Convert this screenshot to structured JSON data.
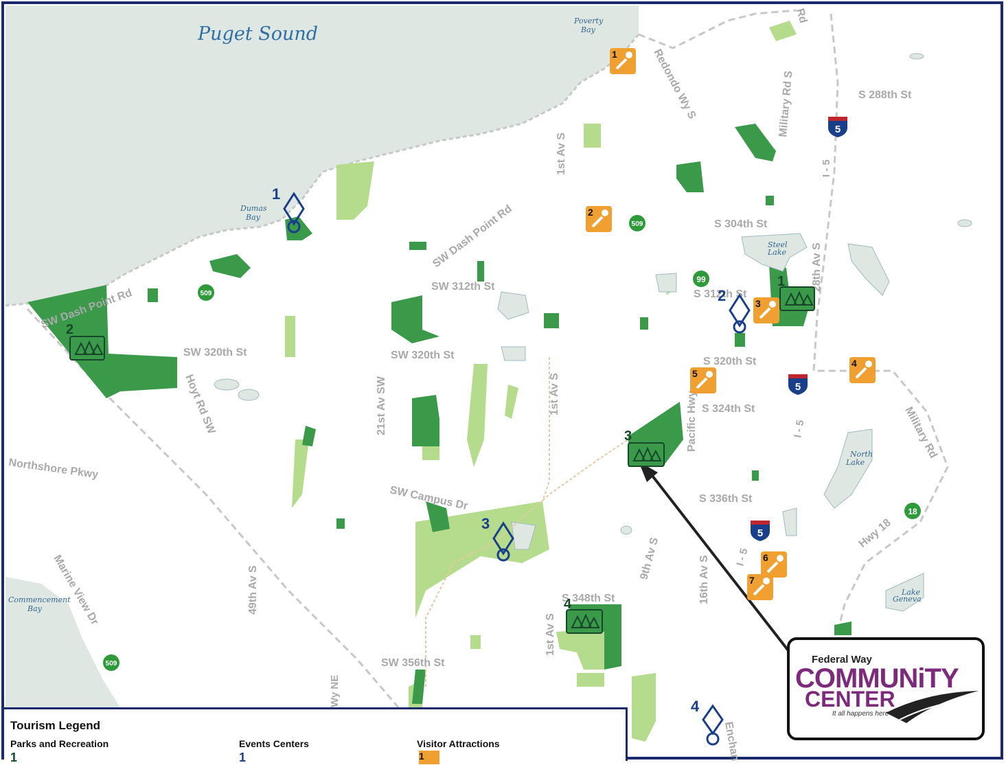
{
  "water": {
    "puget_sound": "Puget Sound",
    "poverty_bay": [
      "Poverty",
      "Bay"
    ],
    "dumas_bay": [
      "Dumas",
      "Bay"
    ],
    "commencement_bay": [
      "Commencement",
      "Bay"
    ],
    "steel_lake": [
      "Steel",
      "Lake"
    ],
    "north_lake": [
      "North",
      "Lake"
    ],
    "lake_geneva": [
      "Lake",
      "Geneva"
    ]
  },
  "roads": {
    "s_288th": "S 288th St",
    "s_304th": "S 304th St",
    "s_312th": "S 312th St",
    "s_320th": "S 320th St",
    "s_324th": "S 324th St",
    "s_336th": "S 336th St",
    "s_348th": "S 348th St",
    "sw_312th": "SW 312th St",
    "sw_320th_w": "SW 320th St",
    "sw_320th_c": "SW 320th St",
    "sw_356th": "SW 356th St",
    "sw_dash_point": "SW Dash Point Rd",
    "sw_dash_point_w": "SW Dash Point Rd",
    "sw_campus": "SW Campus Dr",
    "hoyt": "Hoyt Rd SW",
    "northshore": "Northshore Pkwy",
    "marine_view": "Marine View Dr",
    "av_21st": "21st Av SW",
    "av_1st_n": "1st Av S",
    "av_1st_c": "1st Av S",
    "av_1st_s": "1st Av S",
    "av_9th": "9th Av S",
    "av_16th": "16th Av S",
    "av_28th": "28th Av S",
    "av_49th": "49th Av S",
    "redondo": "Redondo Wy S",
    "military_n": "Military Rd S",
    "military_s": "Military Rd",
    "pacific_hwy": "Pacific Hwy",
    "hwy18": "Hwy 18",
    "i5_a": "I - 5",
    "i5_b": "I - 5",
    "i5_c": "I - 5",
    "enchanted": "Enchanted",
    "wy_ne": "Wy NE",
    "rd_top": "Rd"
  },
  "shields": {
    "interstate": "5",
    "sr509": "509",
    "sr99": "99",
    "sr18": "18"
  },
  "markers": {
    "parks": [
      "1",
      "2",
      "3",
      "4"
    ],
    "events": [
      "1",
      "2",
      "3",
      "4"
    ],
    "attractions": [
      "1",
      "2",
      "3",
      "4",
      "5",
      "6",
      "7"
    ]
  },
  "callout": {
    "small": "Federal Way",
    "big1": "COMMUNiTY",
    "big2": "CENTER",
    "tagline": "It all happens here"
  },
  "legend": {
    "title": "Tourism Legend",
    "parks": "Parks and Recreation",
    "events": "Events Centers",
    "attractions": "Visitor Attractions",
    "example_num": "1"
  },
  "colors": {
    "water": "#dfe7e3",
    "park_dark": "#3a9a4a",
    "park_light": "#b5dc8c",
    "attraction": "#f0a030",
    "event": "#1a3f8a",
    "shield_green": "#2e9a3a",
    "interstate": "#1a3f8a"
  }
}
